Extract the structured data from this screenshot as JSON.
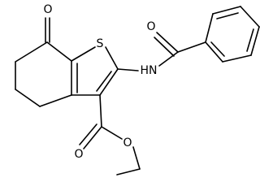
{
  "structure": {
    "atom_labels": {
      "ketone_oxygen": "O",
      "thiophene_sulfur": "S",
      "amide_nitrogen": "HN",
      "amide_oxygen": "O",
      "ester_carbonyl_oxygen": "O",
      "ester_ether_oxygen": "O"
    }
  }
}
